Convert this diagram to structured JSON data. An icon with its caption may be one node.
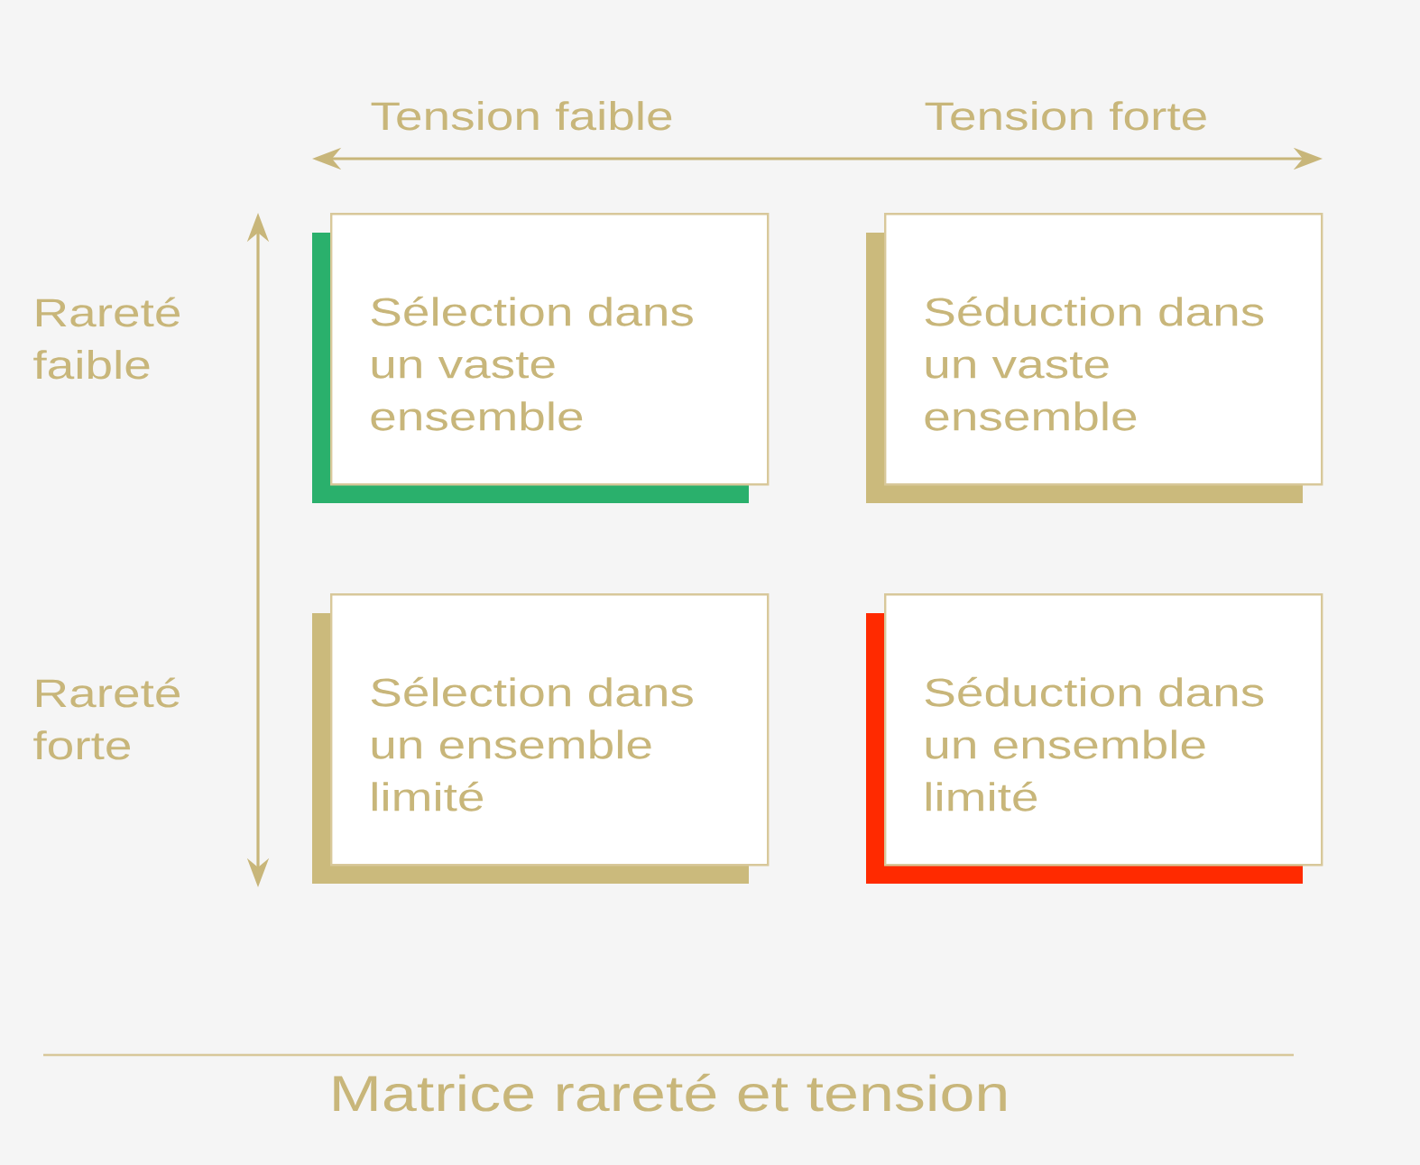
{
  "diagram": {
    "title": "Matrice rareté et tension",
    "nodes": [
      {
        "text": [
          "Sélection dans un vaste ensemble"
        ]
      },
      {
        "text": [
          "Séduction dans un vaste ensemble"
        ]
      },
      {
        "text": [
          "Sélection dans un ensemble limité"
        ]
      },
      {
        "text": [
          "Séduction dans un ensemble limité"
        ]
      }
    ],
    "labels": [
      "Tension faible",
      "Tension forte",
      "Rareté faible",
      "Rareté forte"
    ]
  }
}
